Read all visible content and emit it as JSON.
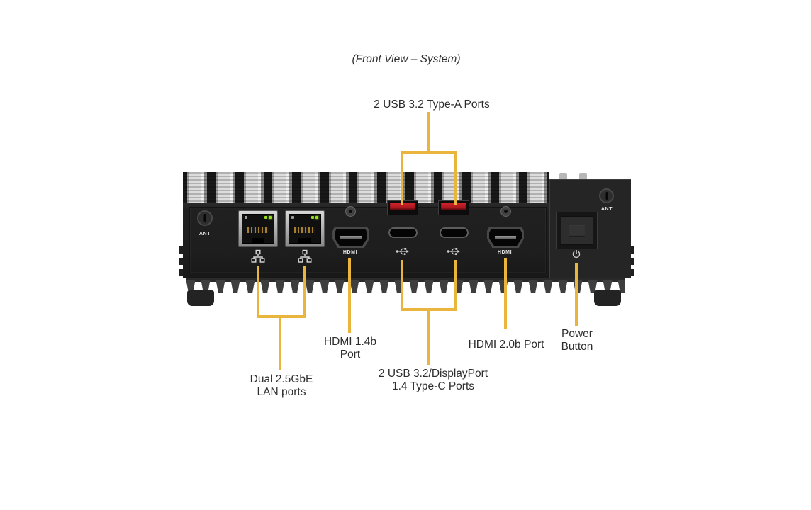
{
  "title": "(Front View – System)",
  "colors": {
    "background": "#FFFFFF",
    "callout_line": "#E9B53C",
    "label_text": "#2D2D2D",
    "usb_a_red": "#8C0F16",
    "led_green": "#97E01F",
    "chassis_black": "#212121",
    "heatsink_silver": "#DCDCDC"
  },
  "callouts": {
    "usb_a": {
      "text": "2 USB 3.2 Type-A Ports"
    },
    "lan": {
      "line1": "Dual 2.5GbE",
      "line2": "LAN ports"
    },
    "hdmi_14b": {
      "line1": "HDMI 1.4b",
      "line2": "Port"
    },
    "type_c": {
      "line1": "2 USB 3.2/DisplayPort",
      "line2": "1.4 Type-C Ports"
    },
    "hdmi_20b": {
      "text": "HDMI 2.0b Port"
    },
    "power": {
      "line1": "Power",
      "line2": "Button"
    }
  },
  "device": {
    "hdmi_port_label": "HDMI",
    "antenna_label": "ANT",
    "icons": [
      {
        "name": "lan-icon",
        "shape": "three connected network nodes"
      },
      {
        "name": "usb-icon",
        "shape": "USB trident symbol"
      },
      {
        "name": "power-icon",
        "shape": "power circle with bar"
      }
    ]
  }
}
